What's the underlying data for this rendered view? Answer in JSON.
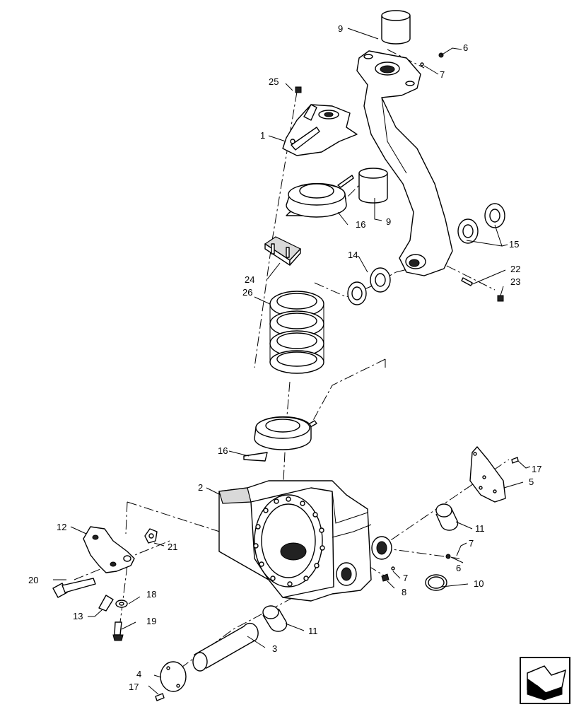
{
  "callouts": {
    "c1": "1",
    "c2": "2",
    "c3": "3",
    "c4": "4",
    "c5": "5",
    "c6a": "6",
    "c6b": "6",
    "c7a": "7",
    "c7b": "7",
    "c7c": "7",
    "c8": "8",
    "c9a": "9",
    "c9b": "9",
    "c10": "10",
    "c11a": "11",
    "c11b": "11",
    "c12": "12",
    "c13": "13",
    "c14": "14",
    "c15": "15",
    "c16a": "16",
    "c16b": "16",
    "c17a": "17",
    "c17b": "17",
    "c18": "18",
    "c19": "19",
    "c20": "20",
    "c21": "21",
    "c22": "22",
    "c23": "23",
    "c24": "24",
    "c25": "25",
    "c26": "26"
  },
  "icons": {
    "nav": "next-page-arrow-icon"
  }
}
